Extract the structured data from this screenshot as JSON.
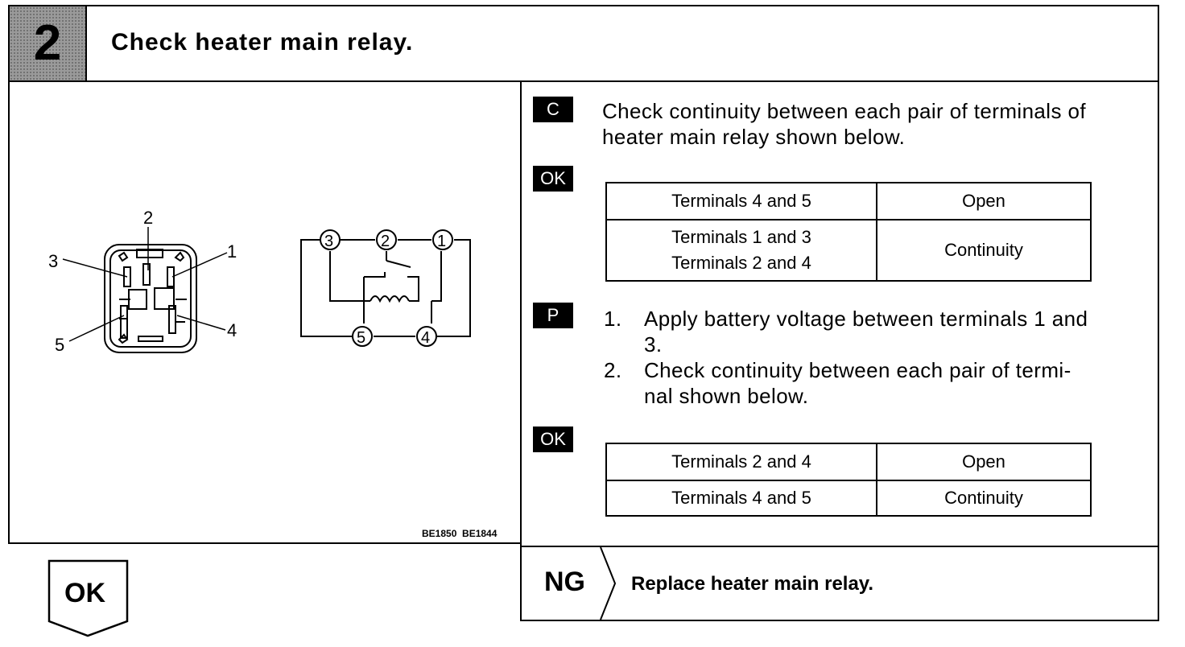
{
  "step": {
    "number": "2",
    "title": "Check heater main relay."
  },
  "figure": {
    "connector_labels": [
      "1",
      "2",
      "3",
      "4",
      "5"
    ],
    "schematic_labels": [
      "1",
      "2",
      "3",
      "4",
      "5"
    ],
    "caption": "BE1850  BE1844"
  },
  "check": {
    "tag": "C",
    "text_line1": "Check continuity between each pair of terminals of",
    "text_line2": "heater main relay shown below.",
    "ok_tag": "OK",
    "table": {
      "row1": {
        "terminals": "Terminals 4 and 5",
        "result": "Open"
      },
      "row2": {
        "terminals_line1": "Terminals 1 and 3",
        "terminals_line2": "Terminals 2 and 4",
        "result": "Continuity"
      }
    }
  },
  "procedure": {
    "tag": "P",
    "step1_num": "1.",
    "step1_line1": "Apply battery voltage between terminals 1 and",
    "step1_line2": "3.",
    "step2_num": "2.",
    "step2_line1": "Check continuity between each pair of termi-",
    "step2_line2": "nal shown below.",
    "ok_tag": "OK",
    "table": {
      "row1": {
        "terminals": "Terminals 2 and 4",
        "result": "Open"
      },
      "row2": {
        "terminals": "Terminals 4 and 5",
        "result": "Continuity"
      }
    }
  },
  "result_ok": {
    "label": "OK"
  },
  "result_ng": {
    "label": "NG",
    "action": "Replace heater main relay."
  }
}
